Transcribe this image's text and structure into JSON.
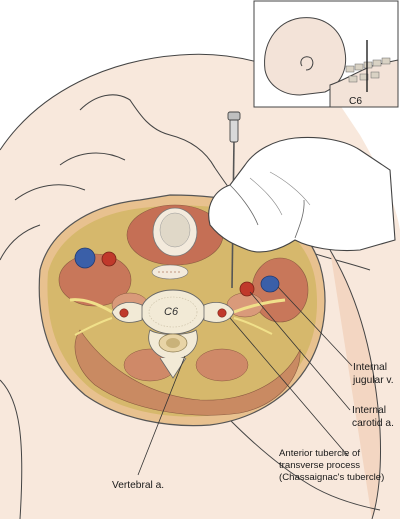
{
  "inset": {
    "level_label": "C6"
  },
  "cross_section": {
    "vertebra_label": "C6"
  },
  "labels": {
    "internal_jugular": [
      "Internal",
      "jugular v."
    ],
    "internal_carotid": [
      "Internal",
      "carotid a."
    ],
    "anterior_tubercle": [
      "Anterior tubercle of",
      "transverse process",
      "(Chassaignac's tubercle)"
    ],
    "vertebral_artery": "Vertebral a."
  },
  "colors": {
    "skin": "#f5dcc8",
    "skin_shadow": "#ecc3a8",
    "muscle": "#c8775a",
    "muscle_light": "#d99a7a",
    "fat": "#d8c07a",
    "bone": "#f2ead6",
    "artery": "#c0392b",
    "vein": "#3a5fa8",
    "nerve": "#f0e08a",
    "outline": "#3a3a3a",
    "glove": "#ffffff"
  }
}
